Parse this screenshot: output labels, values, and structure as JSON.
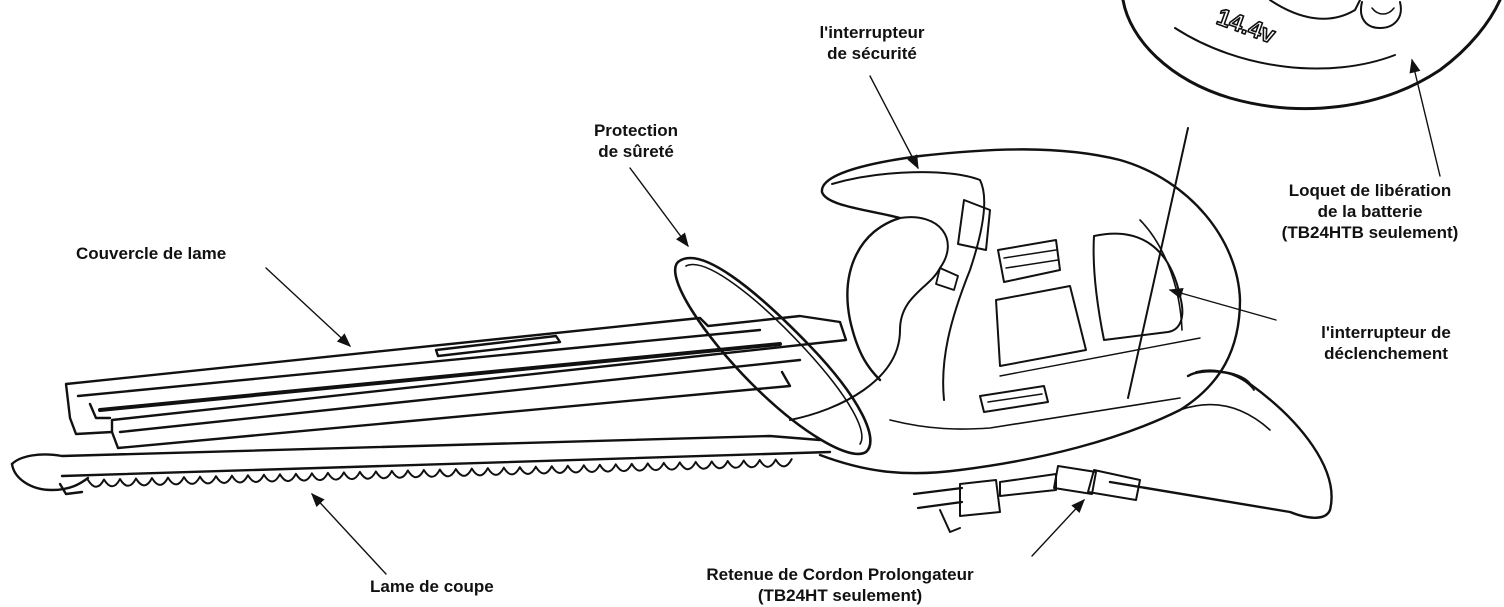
{
  "diagram": {
    "inset_badge": "14.4v",
    "labels": {
      "safety_switch": [
        "l'interrupteur",
        "de sécurité"
      ],
      "safety_guard": [
        "Protection",
        "de sûreté"
      ],
      "blade_cover": [
        "Couvercle de lame"
      ],
      "battery_latch": [
        "Loquet de libération",
        "de la batterie",
        "(TB24HTB seulement)"
      ],
      "trigger_switch": [
        "l'interrupteur de",
        "déclenchement"
      ],
      "cord_retainer": [
        "Retenue de Cordon Prolongateur",
        "(TB24HT seulement)"
      ],
      "cutting_blade": [
        "Lame de coupe"
      ]
    }
  }
}
